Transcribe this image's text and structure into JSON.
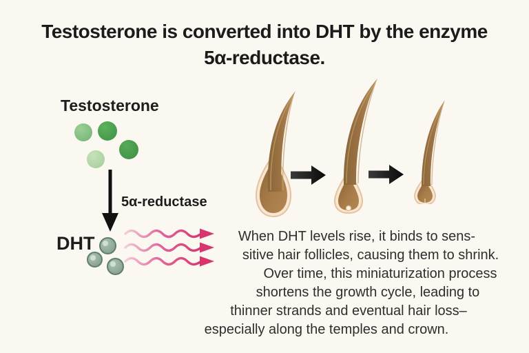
{
  "title": {
    "line1": "Testosterone is converted into DHT by the enzyme",
    "line2": "5α-reductase."
  },
  "conversion_diagram": {
    "substrate_label": "Testosterone",
    "enzyme_label": "5α-reductase",
    "product_label": "DHT",
    "substrate_molecule_count": 4,
    "product_molecule_count": 3,
    "signal_arrow_count": 3
  },
  "follicle_diagram": {
    "stage_count": 3,
    "caption_lines": [
      "When DHT levels rise, it binds to sens-",
      "sitive hair follicles, causing them to shrink.",
      "Over time, this miniaturization process",
      "shortens the growth cycle, leading to",
      "thinner strands and eventual hair loss–",
      "especially along the temples and crown."
    ]
  },
  "colors": {
    "background": "#fbf7f1",
    "title_text": "#1b1b1b",
    "body_text": "#2e2e2e",
    "arrow_black": "#111111",
    "signal_pink": "#d63570",
    "signal_pink_light": "#f3cdd8",
    "testosterone_green": "#479c4b",
    "testosterone_green_light": "#80bb7d",
    "testosterone_green_pale": "#aed3a2",
    "dht_sphere_green_gray": "#93ac9c",
    "hair_shaft_brown": "#9d7345",
    "bulb_inner_brown": "#a87c49",
    "bulb_outer_cream": "#f8e6d2"
  }
}
